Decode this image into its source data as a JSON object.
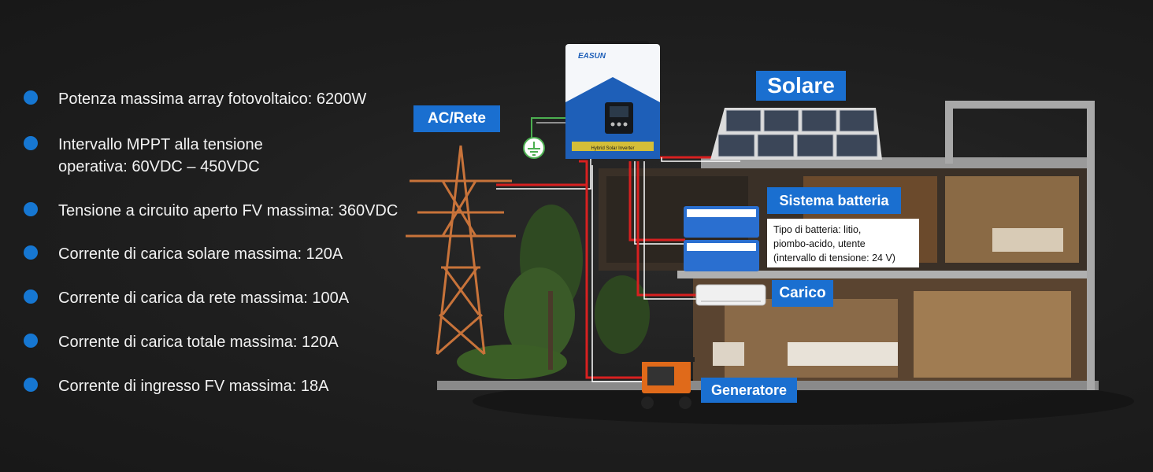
{
  "specs": [
    {
      "text": "Potenza massima array fotovoltaico: 6200W"
    },
    {
      "text": "Intervallo MPPT alla tensione\noperativa: 60VDC – 450VDC"
    },
    {
      "text": "Tensione a circuito aperto FV massima: 360VDC"
    },
    {
      "text": "Corrente di carica solare massima: 120A"
    },
    {
      "text": "Corrente di carica da rete massima: 100A"
    },
    {
      "text": "Corrente di carica totale massima: 120A"
    },
    {
      "text": "Corrente di ingresso FV massima: 18A"
    }
  ],
  "labels": {
    "ac_grid": "AC/Rete",
    "solar": "Solare",
    "battery_system": "Sistema batteria",
    "load": "Carico",
    "generator": "Generatore"
  },
  "battery_info": {
    "line1": "Tipo di batteria: litio,",
    "line2": "piombo-acido, utente",
    "line3": "(intervallo di tensione: 24 V)"
  },
  "inverter": {
    "brand": "EASUN",
    "model": "Hybrid Solar Inverter"
  },
  "colors": {
    "accent": "#1a6fd0",
    "bullet": "#1677d2",
    "background": "#1e1e1e",
    "wire_red": "#d82020",
    "wire_green": "#4caf50",
    "tower": "#c8733a"
  }
}
